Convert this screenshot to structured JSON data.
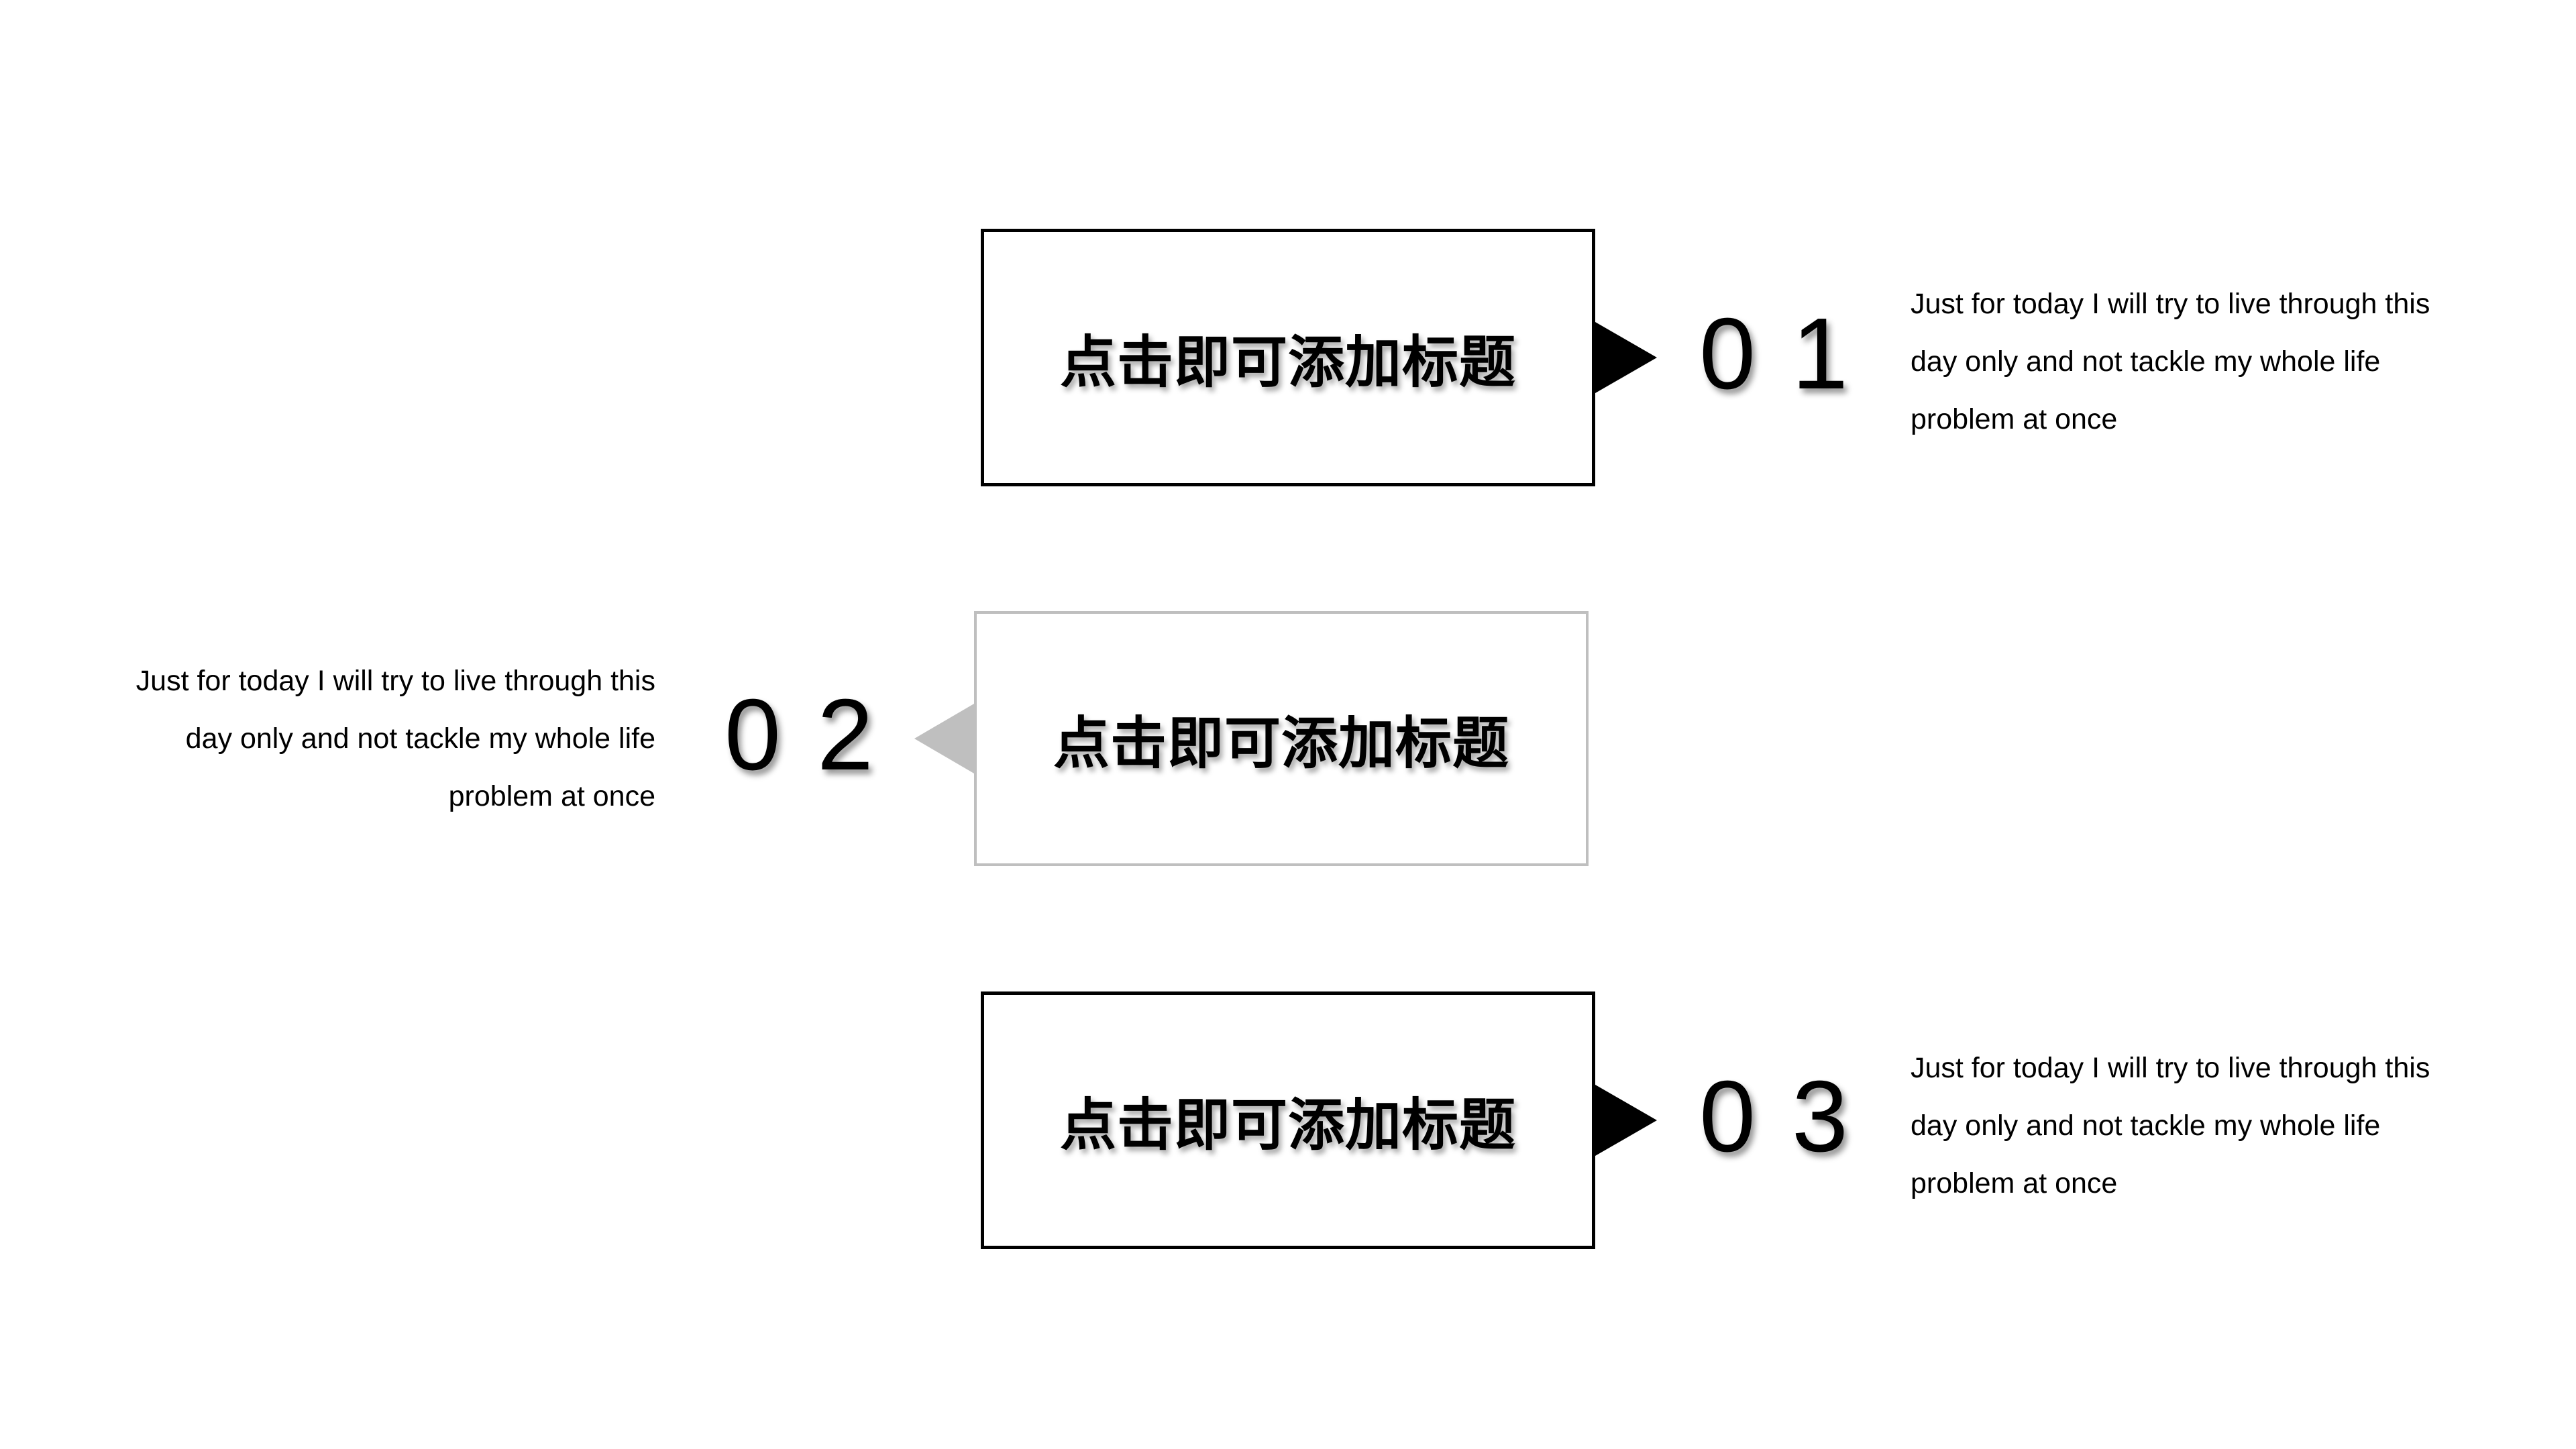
{
  "slide": {
    "background": "#ffffff",
    "colors": {
      "accent_black": "#000000",
      "accent_gray": "#bfbfbf"
    }
  },
  "steps": [
    {
      "number": "01",
      "title": "点击即可添加标题",
      "desc_lines": [
        "Just for today I will try to live through this",
        "day only and not tackle my whole life",
        "problem at once"
      ],
      "accent": "black",
      "arrow_direction": "right",
      "description_side": "right"
    },
    {
      "number": "02",
      "title": "点击即可添加标题",
      "desc_lines": [
        "Just for today I will try to live through this",
        "day only and not tackle my whole life",
        "problem at once"
      ],
      "accent": "gray",
      "arrow_direction": "left",
      "description_side": "left"
    },
    {
      "number": "03",
      "title": "点击即可添加标题",
      "desc_lines": [
        "Just for today I will try to live through this",
        "day only and not tackle my whole life",
        "problem at once"
      ],
      "accent": "black",
      "arrow_direction": "right",
      "description_side": "right"
    }
  ]
}
